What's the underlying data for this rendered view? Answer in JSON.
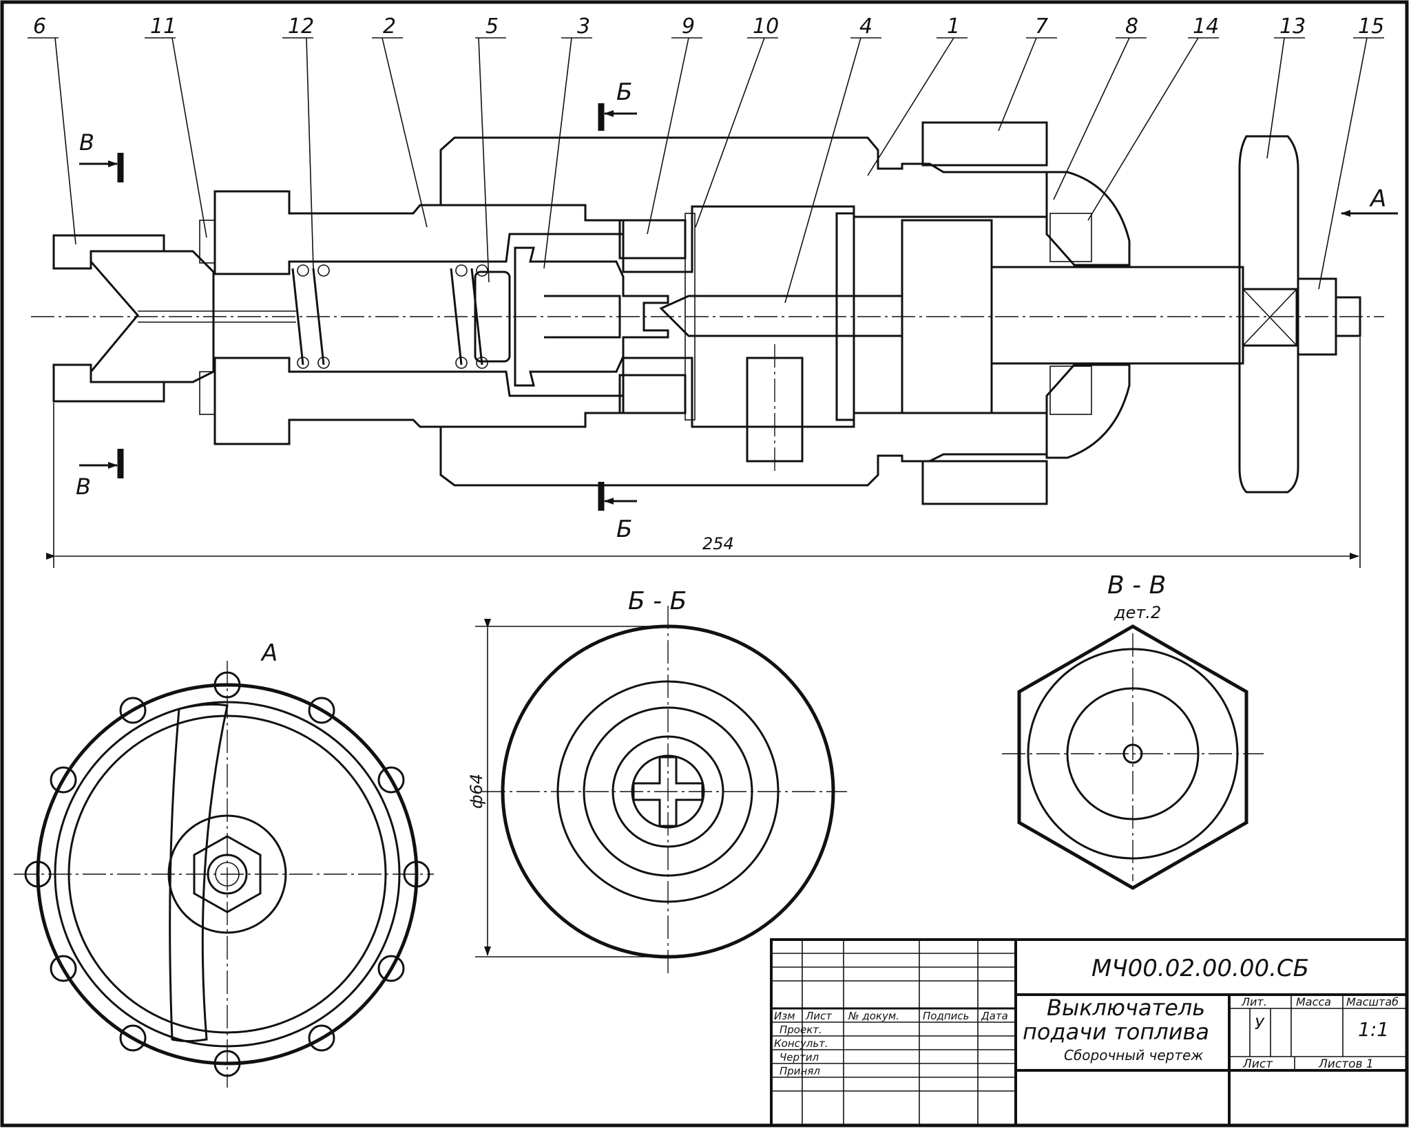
{
  "callouts": [
    "6",
    "11",
    "12",
    "2",
    "5",
    "3",
    "9",
    "10",
    "4",
    "1",
    "7",
    "8",
    "14",
    "13",
    "15"
  ],
  "section_letters": {
    "b": "Б",
    "v": "В",
    "a": "А"
  },
  "dimensions": {
    "overall_length": "254",
    "diameter": "ф64"
  },
  "views": {
    "view_a": "А",
    "section_bb": "Б - Б",
    "section_vv": "В - В",
    "section_vv_note": "дет.2"
  },
  "title_block": {
    "designation": "МЧ00.02.00.00.СБ",
    "name_line1": "Выключатель",
    "name_line2": "подачи топлива",
    "doc_type": "Сборочный чертеж",
    "col_izm": "Изм",
    "col_list": "Лист",
    "col_doc": "№ докум.",
    "col_sign": "Подпись",
    "col_date": "Дата",
    "role_project": "Проект.",
    "role_consult": "Консульт.",
    "role_drawn": "Чертил",
    "role_accepted": "Принял",
    "lit_label": "Лит.",
    "mass_label": "Масса",
    "scale_label": "Масштаб",
    "lit_value": "У",
    "scale_value": "1:1",
    "sheet_label": "Лист",
    "sheets_label": "Листов 1"
  }
}
